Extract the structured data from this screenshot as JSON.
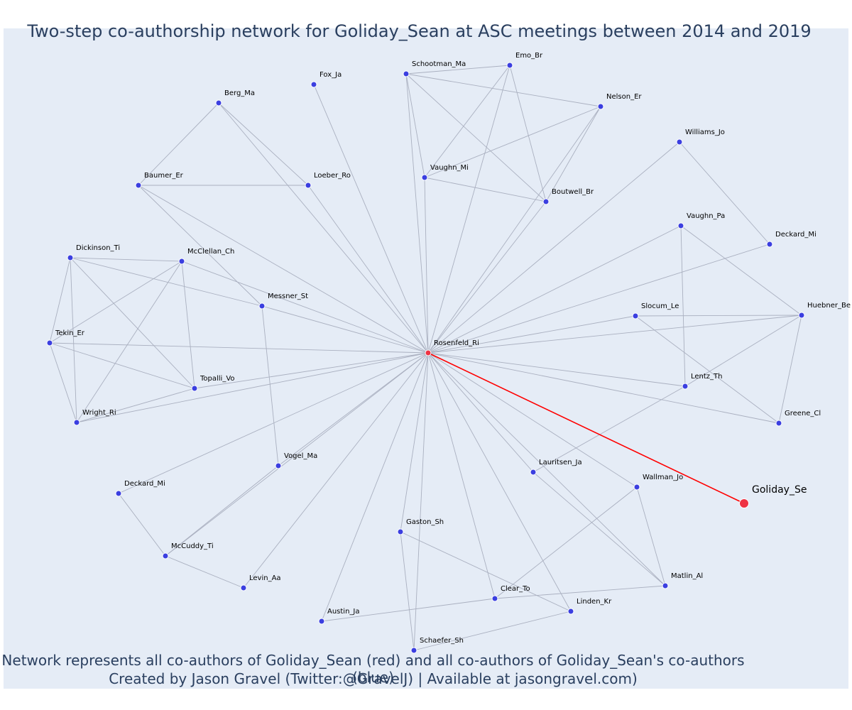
{
  "title": "Two-step co-authorship network for Goliday_Sean at ASC meetings between 2014 and 2019",
  "footer_line1": "Network represents all co-authors of Goliday_Sean (red) and all co-authors of Goliday_Sean's co-authors (blue)",
  "footer_line2": "Created by Jason Gravel (Twitter:@GravelJ) | Available at jasongravel.com)",
  "colors": {
    "background": "#e5ecf6",
    "edge": "#aab0c0",
    "highlight_edge": "#ff0000",
    "coauthor_node": "#3b3fe0",
    "focal_node": "#ee3344",
    "text": "#2a3f5f"
  },
  "focal": "Goliday_Se",
  "nodes": [
    {
      "id": "Rosenfeld_Ri",
      "label": "Rosenfeld_Ri",
      "type": "hub"
    },
    {
      "id": "Goliday_Se",
      "label": "Goliday_Se",
      "type": "focal"
    },
    {
      "id": "Fox_Ja",
      "label": "Fox_Ja",
      "type": "coauthor"
    },
    {
      "id": "Schootman_Ma",
      "label": "Schootman_Ma",
      "type": "coauthor"
    },
    {
      "id": "Emo_Br",
      "label": "Emo_Br",
      "type": "coauthor"
    },
    {
      "id": "Nelson_Er",
      "label": "Nelson_Er",
      "type": "coauthor"
    },
    {
      "id": "Berg_Ma",
      "label": "Berg_Ma",
      "type": "coauthor"
    },
    {
      "id": "Williams_Jo",
      "label": "Williams_Jo",
      "type": "coauthor"
    },
    {
      "id": "Baumer_Er",
      "label": "Baumer_Er",
      "type": "coauthor"
    },
    {
      "id": "Loeber_Ro",
      "label": "Loeber_Ro",
      "type": "coauthor"
    },
    {
      "id": "Vaughn_Mi",
      "label": "Vaughn_Mi",
      "type": "coauthor"
    },
    {
      "id": "Boutwell_Br",
      "label": "Boutwell_Br",
      "type": "coauthor"
    },
    {
      "id": "Vaughn_Pa",
      "label": "Vaughn_Pa",
      "type": "coauthor"
    },
    {
      "id": "Deckard_Mi_r",
      "label": "Deckard_Mi",
      "type": "coauthor"
    },
    {
      "id": "Dickinson_Ti",
      "label": "Dickinson_Ti",
      "type": "coauthor"
    },
    {
      "id": "McClellan_Ch",
      "label": "McClellan_Ch",
      "type": "coauthor"
    },
    {
      "id": "Messner_St",
      "label": "Messner_St",
      "type": "coauthor"
    },
    {
      "id": "Slocum_Le",
      "label": "Slocum_Le",
      "type": "coauthor"
    },
    {
      "id": "Huebner_Be",
      "label": "Huebner_Be",
      "type": "coauthor"
    },
    {
      "id": "Tekin_Er",
      "label": "Tekin_Er",
      "type": "coauthor"
    },
    {
      "id": "Topalli_Vo",
      "label": "Topalli_Vo",
      "type": "coauthor"
    },
    {
      "id": "Lentz_Th",
      "label": "Lentz_Th",
      "type": "coauthor"
    },
    {
      "id": "Wright_Ri",
      "label": "Wright_Ri",
      "type": "coauthor"
    },
    {
      "id": "Greene_Cl",
      "label": "Greene_Cl",
      "type": "coauthor"
    },
    {
      "id": "Vogel_Ma",
      "label": "Vogel_Ma",
      "type": "coauthor"
    },
    {
      "id": "Lauritsen_Ja",
      "label": "Lauritsen_Ja",
      "type": "coauthor"
    },
    {
      "id": "Deckard_Mi_l",
      "label": "Deckard_Mi",
      "type": "coauthor"
    },
    {
      "id": "Wallman_Jo",
      "label": "Wallman_Jo",
      "type": "coauthor"
    },
    {
      "id": "Gaston_Sh",
      "label": "Gaston_Sh",
      "type": "coauthor"
    },
    {
      "id": "McCuddy_Ti",
      "label": "McCuddy_Ti",
      "type": "coauthor"
    },
    {
      "id": "Levin_Aa",
      "label": "Levin_Aa",
      "type": "coauthor"
    },
    {
      "id": "Matlin_Al",
      "label": "Matlin_Al",
      "type": "coauthor"
    },
    {
      "id": "Clear_To",
      "label": "Clear_To",
      "type": "coauthor"
    },
    {
      "id": "Linden_Kr",
      "label": "Linden_Kr",
      "type": "coauthor"
    },
    {
      "id": "Austin_Ja",
      "label": "Austin_Ja",
      "type": "coauthor"
    },
    {
      "id": "Schaefer_Sh",
      "label": "Schaefer_Sh",
      "type": "coauthor"
    }
  ],
  "edges": [
    [
      "Rosenfeld_Ri",
      "Goliday_Se"
    ],
    [
      "Rosenfeld_Ri",
      "Fox_Ja"
    ],
    [
      "Rosenfeld_Ri",
      "Schootman_Ma"
    ],
    [
      "Rosenfeld_Ri",
      "Emo_Br"
    ],
    [
      "Rosenfeld_Ri",
      "Nelson_Er"
    ],
    [
      "Rosenfeld_Ri",
      "Berg_Ma"
    ],
    [
      "Rosenfeld_Ri",
      "Williams_Jo"
    ],
    [
      "Rosenfeld_Ri",
      "Baumer_Er"
    ],
    [
      "Rosenfeld_Ri",
      "Loeber_Ro"
    ],
    [
      "Rosenfeld_Ri",
      "Vaughn_Mi"
    ],
    [
      "Rosenfeld_Ri",
      "Boutwell_Br"
    ],
    [
      "Rosenfeld_Ri",
      "Vaughn_Pa"
    ],
    [
      "Rosenfeld_Ri",
      "Deckard_Mi_r"
    ],
    [
      "Rosenfeld_Ri",
      "McClellan_Ch"
    ],
    [
      "Rosenfeld_Ri",
      "Messner_St"
    ],
    [
      "Rosenfeld_Ri",
      "Slocum_Le"
    ],
    [
      "Rosenfeld_Ri",
      "Huebner_Be"
    ],
    [
      "Rosenfeld_Ri",
      "Tekin_Er"
    ],
    [
      "Rosenfeld_Ri",
      "Topalli_Vo"
    ],
    [
      "Rosenfeld_Ri",
      "Lentz_Th"
    ],
    [
      "Rosenfeld_Ri",
      "Wright_Ri"
    ],
    [
      "Rosenfeld_Ri",
      "Greene_Cl"
    ],
    [
      "Rosenfeld_Ri",
      "Vogel_Ma"
    ],
    [
      "Rosenfeld_Ri",
      "Lauritsen_Ja"
    ],
    [
      "Rosenfeld_Ri",
      "Deckard_Mi_l"
    ],
    [
      "Rosenfeld_Ri",
      "Wallman_Jo"
    ],
    [
      "Rosenfeld_Ri",
      "Gaston_Sh"
    ],
    [
      "Rosenfeld_Ri",
      "McCuddy_Ti"
    ],
    [
      "Rosenfeld_Ri",
      "Levin_Aa"
    ],
    [
      "Rosenfeld_Ri",
      "Matlin_Al"
    ],
    [
      "Rosenfeld_Ri",
      "Clear_To"
    ],
    [
      "Rosenfeld_Ri",
      "Linden_Kr"
    ],
    [
      "Rosenfeld_Ri",
      "Austin_Ja"
    ],
    [
      "Rosenfeld_Ri",
      "Schaefer_Sh"
    ],
    [
      "Schootman_Ma",
      "Emo_Br"
    ],
    [
      "Schootman_Ma",
      "Nelson_Er"
    ],
    [
      "Schootman_Ma",
      "Vaughn_Mi"
    ],
    [
      "Schootman_Ma",
      "Boutwell_Br"
    ],
    [
      "Emo_Br",
      "Vaughn_Mi"
    ],
    [
      "Emo_Br",
      "Boutwell_Br"
    ],
    [
      "Nelson_Er",
      "Vaughn_Mi"
    ],
    [
      "Nelson_Er",
      "Boutwell_Br"
    ],
    [
      "Vaughn_Mi",
      "Boutwell_Br"
    ],
    [
      "Berg_Ma",
      "Baumer_Er"
    ],
    [
      "Berg_Ma",
      "Loeber_Ro"
    ],
    [
      "Baumer_Er",
      "Loeber_Ro"
    ],
    [
      "Baumer_Er",
      "Messner_St"
    ],
    [
      "Williams_Jo",
      "Deckard_Mi_r"
    ],
    [
      "Vaughn_Pa",
      "Huebner_Be"
    ],
    [
      "Vaughn_Pa",
      "Lentz_Th"
    ],
    [
      "Slocum_Le",
      "Huebner_Be"
    ],
    [
      "Slocum_Le",
      "Greene_Cl"
    ],
    [
      "Huebner_Be",
      "Lentz_Th"
    ],
    [
      "Huebner_Be",
      "Greene_Cl"
    ],
    [
      "Lentz_Th",
      "Lauritsen_Ja"
    ],
    [
      "Dickinson_Ti",
      "McClellan_Ch"
    ],
    [
      "Dickinson_Ti",
      "Messner_St"
    ],
    [
      "Dickinson_Ti",
      "Tekin_Er"
    ],
    [
      "Dickinson_Ti",
      "Topalli_Vo"
    ],
    [
      "Dickinson_Ti",
      "Wright_Ri"
    ],
    [
      "McClellan_Ch",
      "Tekin_Er"
    ],
    [
      "McClellan_Ch",
      "Topalli_Vo"
    ],
    [
      "McClellan_Ch",
      "Wright_Ri"
    ],
    [
      "Tekin_Er",
      "Topalli_Vo"
    ],
    [
      "Tekin_Er",
      "Wright_Ri"
    ],
    [
      "Topalli_Vo",
      "Wright_Ri"
    ],
    [
      "Messner_St",
      "Vogel_Ma"
    ],
    [
      "Vogel_Ma",
      "McCuddy_Ti"
    ],
    [
      "Deckard_Mi_l",
      "McCuddy_Ti"
    ],
    [
      "McCuddy_Ti",
      "Levin_Aa"
    ],
    [
      "Wallman_Jo",
      "Matlin_Al"
    ],
    [
      "Wallman_Jo",
      "Clear_To"
    ],
    [
      "Lauritsen_Ja",
      "Matlin_Al"
    ],
    [
      "Gaston_Sh",
      "Linden_Kr"
    ],
    [
      "Gaston_Sh",
      "Schaefer_Sh"
    ],
    [
      "Clear_To",
      "Matlin_Al"
    ],
    [
      "Clear_To",
      "Austin_Ja"
    ],
    [
      "Linden_Kr",
      "Schaefer_Sh"
    ]
  ]
}
